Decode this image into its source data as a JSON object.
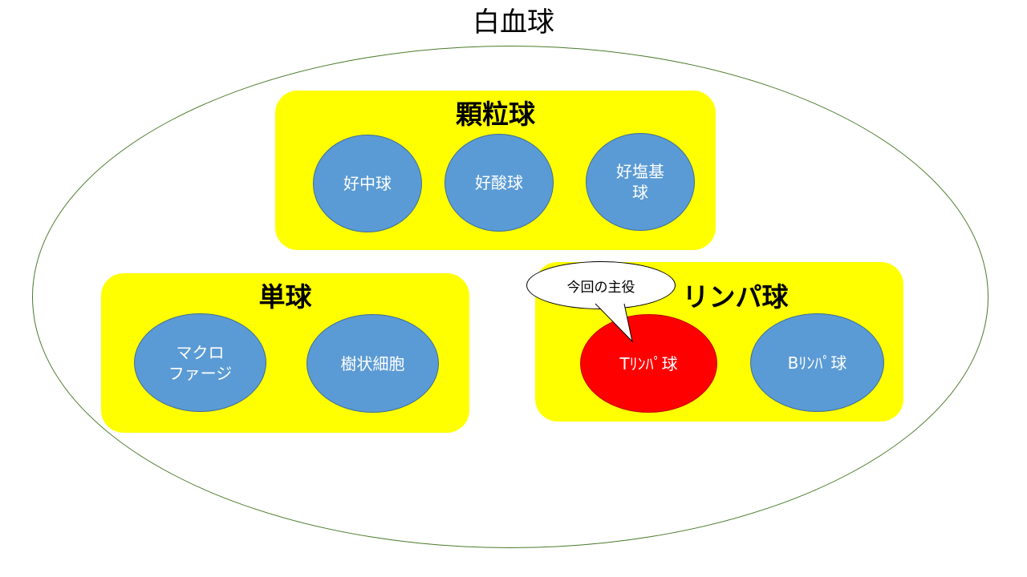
{
  "title": "白血球",
  "colors": {
    "outer_border": "#4a7a2a",
    "group_fill": "#ffff00",
    "cell_fill": "#5b9bd5",
    "highlight_fill": "#ff0000"
  },
  "granulocytes": {
    "title": "顆粒球",
    "cells": [
      "好中球",
      "好酸球",
      "好塩基\n球"
    ]
  },
  "monocytes": {
    "title": "単球",
    "cells": [
      "マクロ\nファージ",
      "樹状細胞"
    ]
  },
  "lymphocytes": {
    "title": "リンパ球",
    "cells": [
      "Tﾘﾝﾊﾟ球",
      "Bﾘﾝﾊﾟ球"
    ],
    "highlighted": "Tﾘﾝﾊﾟ球"
  },
  "callout": {
    "text": "今回の主役"
  }
}
